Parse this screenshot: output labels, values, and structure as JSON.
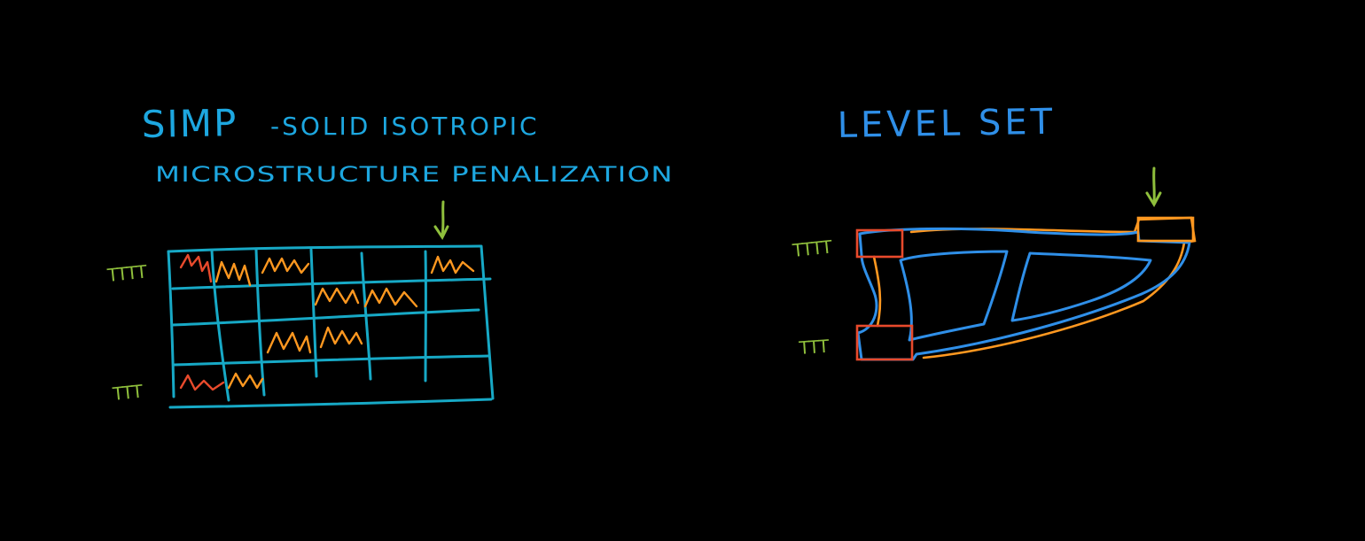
{
  "simp": {
    "title": "SIMP",
    "subtitle_line1": "-SOLID ISOTROPIC",
    "subtitle_line2": "MICROSTRUCTURE PENALIZATION",
    "support_top_label": "TTTT",
    "support_bottom_label": "TTT"
  },
  "level_set": {
    "title": "LEVEL SET",
    "support_top_label": "TTTT",
    "support_bottom_label": "TTT"
  },
  "colors": {
    "background": "#000000",
    "simp_title": "#1da7e0",
    "simp_grid": "#17a9c6",
    "level_set_title": "#2f8fe8",
    "level_set_outline": "#2f8fe8",
    "orange_fill": "#ff9820",
    "red_fill": "#e84a2c",
    "support_green": "#8fbf3c"
  },
  "icons": {
    "load_arrow": "down-arrow-icon"
  }
}
